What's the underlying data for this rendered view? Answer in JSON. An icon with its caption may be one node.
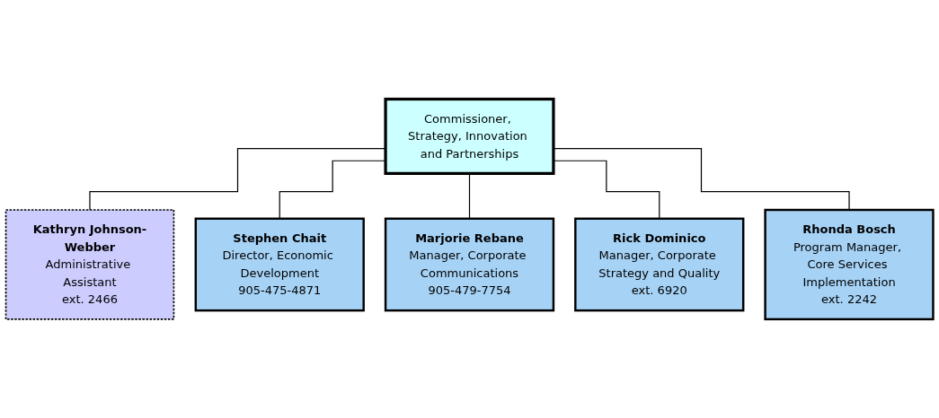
{
  "diagram": {
    "nodes": [
      {
        "text": [
          "Commissioner, Strategy, Innovation and Partnerships"
        ]
      },
      {
        "text": [
          "Kathryn Johnson-Webber",
          "Administrative Assistant",
          "ext. 2466"
        ]
      },
      {
        "text": [
          "Stephen Chait",
          "Director, Economic Development",
          "905-475-4871"
        ]
      },
      {
        "text": [
          "Marjorie Rebane",
          "Manager, Corporate Communications",
          "905-479-7754"
        ]
      },
      {
        "text": [
          "Rick Dominico",
          "Manager, Corporate Strategy and Quality",
          "ext. 6920"
        ]
      },
      {
        "text": [
          "Rhonda Bosch",
          "Program Manager, Core Services Implementation",
          "ext. 2242"
        ]
      }
    ],
    "edges": [
      {
        "from": 0,
        "to": 1,
        "arrow": "none"
      },
      {
        "from": 0,
        "to": 2,
        "arrow": "none"
      },
      {
        "from": 0,
        "to": 3,
        "arrow": "none"
      },
      {
        "from": 0,
        "to": 4,
        "arrow": "none"
      },
      {
        "from": 0,
        "to": 5,
        "arrow": "none"
      }
    ]
  }
}
